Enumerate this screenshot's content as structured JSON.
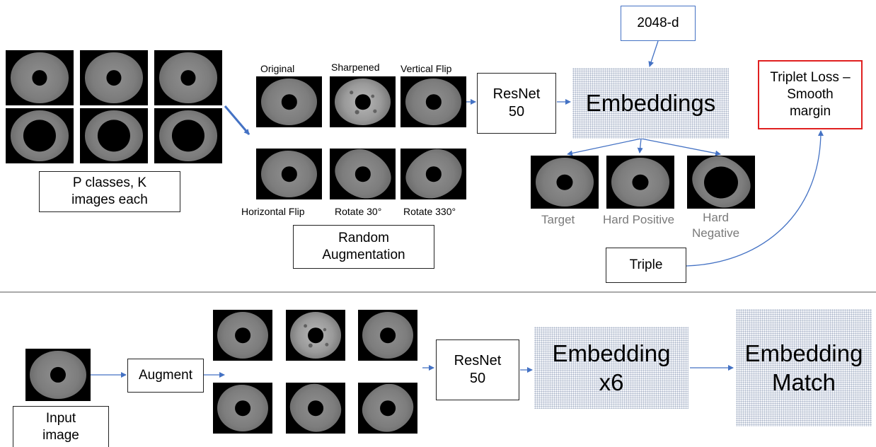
{
  "colors": {
    "arrow": "#4472c4",
    "red_border": "#e02020",
    "blue_border": "#4472c4",
    "grey_text": "#7a7a7a"
  },
  "top": {
    "input_box": "P classes, K\nimages each",
    "aug_labels": {
      "original": "Original",
      "sharpened": "Sharpened",
      "vertical_flip": "Vertical Flip",
      "horizontal_flip": "Horizontal Flip",
      "rotate30": "Rotate 30°",
      "rotate330": "Rotate 330°"
    },
    "random_aug_box": "Random\nAugmentation",
    "resnet_box": "ResNet\n50",
    "dim_box": "2048-d",
    "embeddings": "Embeddings",
    "triplet_labels": {
      "target": "Target",
      "hard_positive": "Hard Positive",
      "hard_negative": "Hard\nNegative"
    },
    "triple_box": "Triple",
    "loss_box": "Triplet Loss –\nSmooth\nmargin"
  },
  "bottom": {
    "input_label": "Input\nimage",
    "augment_box": "Augment",
    "resnet_box": "ResNet\n50",
    "embedding_x6": "Embedding\nx6",
    "embedding_match": "Embedding\nMatch"
  }
}
